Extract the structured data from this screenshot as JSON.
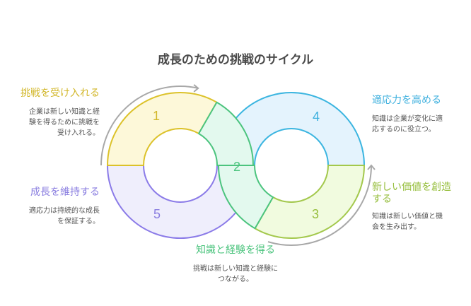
{
  "title": "成長のための挑戦のサイクル",
  "steps": [
    {
      "number": "1",
      "label": "挑戦を受け入れる",
      "desc_lines": [
        "企業は新しい知識と経",
        "験を得るために挑戦を",
        "受け入れる。"
      ],
      "stroke": "#dcc22a",
      "fill": "#fdf8d9",
      "text": "#d2b72a"
    },
    {
      "number": "2",
      "label": "知識と経験を得る",
      "desc_lines": [
        "挑戦は新しい知識と経験に",
        "つながる。"
      ],
      "stroke": "#4cc47e",
      "fill": "#e3f9ee",
      "text": "#4cc47e"
    },
    {
      "number": "3",
      "label_lines": [
        "新しい価値を創造",
        "する"
      ],
      "desc_lines": [
        "知識は新しい価値と機",
        "会を生み出す。"
      ],
      "stroke": "#a3c84c",
      "fill": "#f1fbdf",
      "text": "#96be3c"
    },
    {
      "number": "4",
      "label": "適応力を高める",
      "desc_lines": [
        "知識は企業が変化に適",
        "応するのに役立つ。"
      ],
      "stroke": "#3bb5e0",
      "fill": "#e4f3fd",
      "text": "#3eb0de"
    },
    {
      "number": "5",
      "label": "成長を維持する",
      "desc_lines": [
        "適応力は持続的な成長",
        "を保証する。"
      ],
      "stroke": "#8b7be8",
      "fill": "#efeefc",
      "text": "#8a7ee0"
    }
  ],
  "arrow_color": "#a8a8a8"
}
